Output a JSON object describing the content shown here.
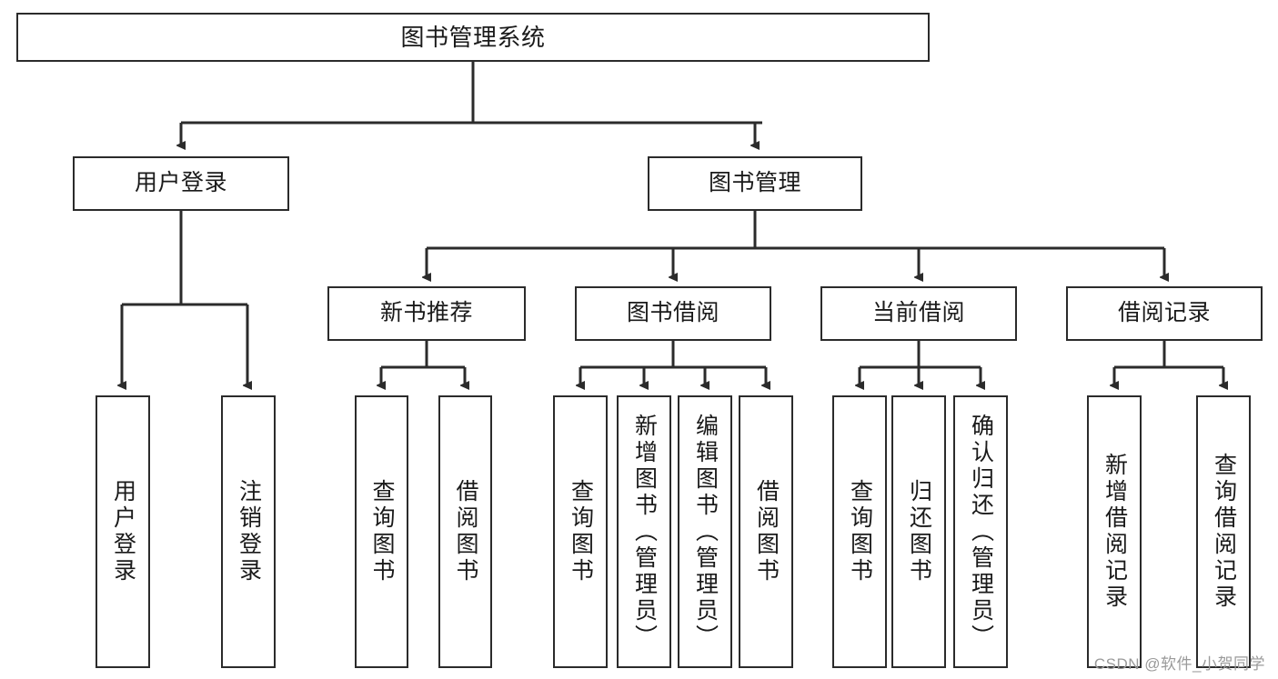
{
  "diagram": {
    "title": "图书管理系统",
    "type": "tree-hierarchy-chart",
    "stroke_color": "#2b2b2b",
    "fill_color": "#ffffff",
    "root": {
      "id": "root",
      "label": "图书管理系统"
    },
    "level2": [
      {
        "id": "user-login",
        "label": "用户登录"
      },
      {
        "id": "book-manage",
        "label": "图书管理"
      }
    ],
    "level3": [
      {
        "id": "new-book-rec",
        "label": "新书推荐"
      },
      {
        "id": "book-borrow",
        "label": "图书借阅"
      },
      {
        "id": "current-borrow",
        "label": "当前借阅"
      },
      {
        "id": "borrow-record",
        "label": "借阅记录"
      }
    ],
    "leaves": {
      "user_login": [
        {
          "id": "leaf-user-login",
          "label": "用户登录"
        },
        {
          "id": "leaf-user-logout",
          "label": "注销登录"
        }
      ],
      "new_book_rec": [
        {
          "id": "leaf-query-book-1",
          "label": "查询图书"
        },
        {
          "id": "leaf-borrow-book-1",
          "label": "借阅图书"
        }
      ],
      "book_borrow": [
        {
          "id": "leaf-query-book-2",
          "label": "查询图书"
        },
        {
          "id": "leaf-add-book",
          "label": "新增图书（管理员）"
        },
        {
          "id": "leaf-edit-book",
          "label": "编辑图书（管理员）"
        },
        {
          "id": "leaf-borrow-book-2",
          "label": "借阅图书"
        }
      ],
      "current_borrow": [
        {
          "id": "leaf-query-book-3",
          "label": "查询图书"
        },
        {
          "id": "leaf-return-book",
          "label": "归还图书"
        },
        {
          "id": "leaf-confirm-return",
          "label": "确认归还（管理员）"
        }
      ],
      "borrow_record": [
        {
          "id": "leaf-add-record",
          "label": "新增借阅记录"
        },
        {
          "id": "leaf-query-record",
          "label": "查询借阅记录"
        }
      ]
    }
  },
  "watermark": {
    "text": "CSDN @软件_小贺同学"
  }
}
